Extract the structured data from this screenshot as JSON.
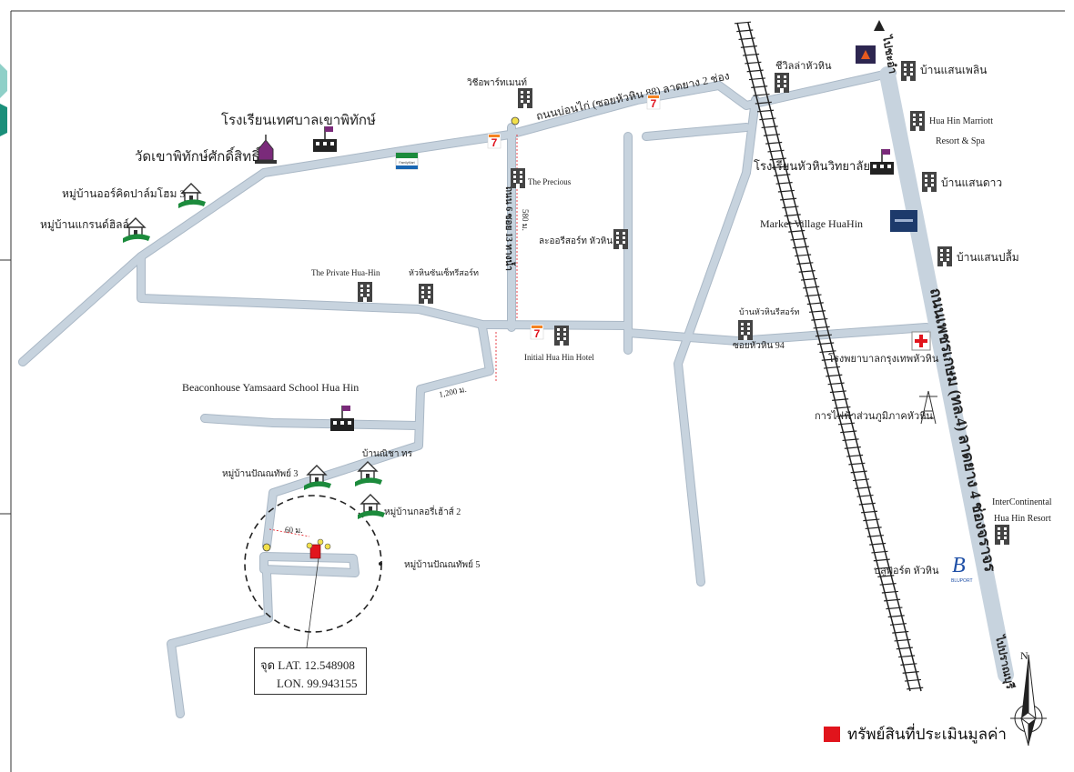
{
  "colors": {
    "road": "#c7d3de",
    "road_stroke": "#aab8c6",
    "railway": "#222222",
    "subject": "#e1141c",
    "hospital": "#e1141c",
    "school_flag": "#7a2a7a",
    "village_green": "#1c8b3c",
    "seven_eleven": "#e0111b",
    "text": "#222222"
  },
  "roads": {
    "main_road": "ถนนเพชรเกษม (ทล.4) ลาดยาง 4 ช่องจราจร",
    "dir_north": "ไปชะอำ",
    "dir_south": "ไปปราณบุรี",
    "top_road": "ถนนบ่อนไก่ (ซอยหัวหิน 88) ลาดยาง 2 ช่อง",
    "soi_road": "ซอยหัวหิน 94",
    "vertical_road": "ถนน 6 ซอย 13 ทางน้ำ",
    "dist_580": "580 ม.",
    "dist_1200": "1,200 ม.",
    "dist_60": "60 ม."
  },
  "places": {
    "school_khao_pittak": "โรงเรียนเทศบาลเขาพิทักษ์",
    "wat_khao_pittak": "วัดเขาพิทักษ์ศักดิ์สิทธิ์",
    "village_orchid": "หมู่บ้านออร์คิดปาล์มโฮม 3",
    "village_grand": "หมู่บ้านแกรนด์ฮิลล์",
    "wisdom_apartment": "วิชีอพาร์ทเมนท์",
    "villa_huahin": "ชีวิลล่าหัวหิน",
    "baan_saen_ploen": "บ้านแสนเพลิน",
    "marriott_line1": "Hua Hin Marriott",
    "marriott_line2": "Resort & Spa",
    "school_huahin": "โรงเรียนหัวหินวิทยาลัย",
    "baan_saen_dao": "บ้านแสนดาว",
    "the_precious": "The Precious",
    "market_village": "Market Village HuaHin",
    "la_ora": "ละออรีสอร์ท หัวหิน",
    "baan_saen_plum": "บ้านแสนปลื้ม",
    "private_huahin": "The Private Hua-Hin",
    "huahin_resort": "หัวหินซันเซ็ทรีสอร์ท",
    "baan_huahin_resort": "บ้านหัวหินรีสอร์ท",
    "initial_hotel": "Initial Hua Hin Hotel",
    "bangkok_hospital": "โรงพยาบาลกรุงเทพหัวหิน",
    "beaconhouse": "Beaconhouse Yamsaard School Hua Hin",
    "electricity": "การไฟฟ้าส่วนภูมิภาคหัวหิน",
    "baan_nicha": "บ้านณิชา ทร",
    "village_punnap3": "หมู่บ้านปัณณทัพย์ 3",
    "village_glory2": "หมู่บ้านกลอรี่เฮ้าส์ 2",
    "village_punnap5": "หมู่บ้านปัณณทัพย์ 5",
    "intercon_line1": "InterContinental",
    "intercon_line2": "Hua Hin Resort",
    "bluport": "บลูพอร์ต หัวหิน",
    "bluport_logo": "BLUPORT",
    "family_mart": "FamilyMart"
  },
  "coordinates": {
    "lat": "จุด LAT. 12.548908",
    "lon": "LON. 99.943155"
  },
  "compass": {
    "north": "N"
  },
  "legend": {
    "label": "ทรัพย์สินที่ประเมินมูลค่า"
  }
}
